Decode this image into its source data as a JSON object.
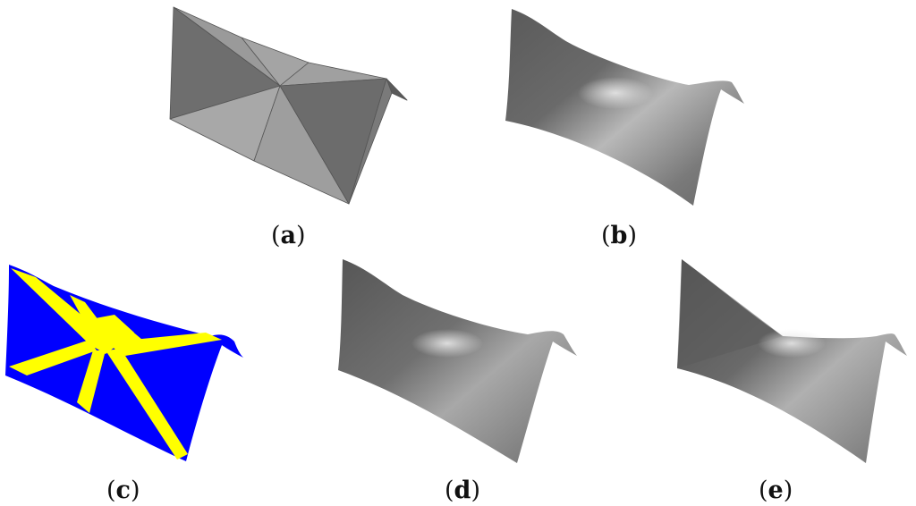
{
  "panels": [
    {
      "id": "a",
      "label": "a",
      "render": "faceted",
      "color": "#8a8a8a"
    },
    {
      "id": "b",
      "label": "b",
      "render": "smooth",
      "color": "#8a8a8a"
    },
    {
      "id": "c",
      "label": "c",
      "render": "region-map",
      "colors": [
        "#0000ff",
        "#ffff00"
      ]
    },
    {
      "id": "d",
      "label": "d",
      "render": "smooth",
      "color": "#8a8a8a"
    },
    {
      "id": "e",
      "label": "e",
      "render": "smooth",
      "color": "#8a8a8a"
    }
  ]
}
